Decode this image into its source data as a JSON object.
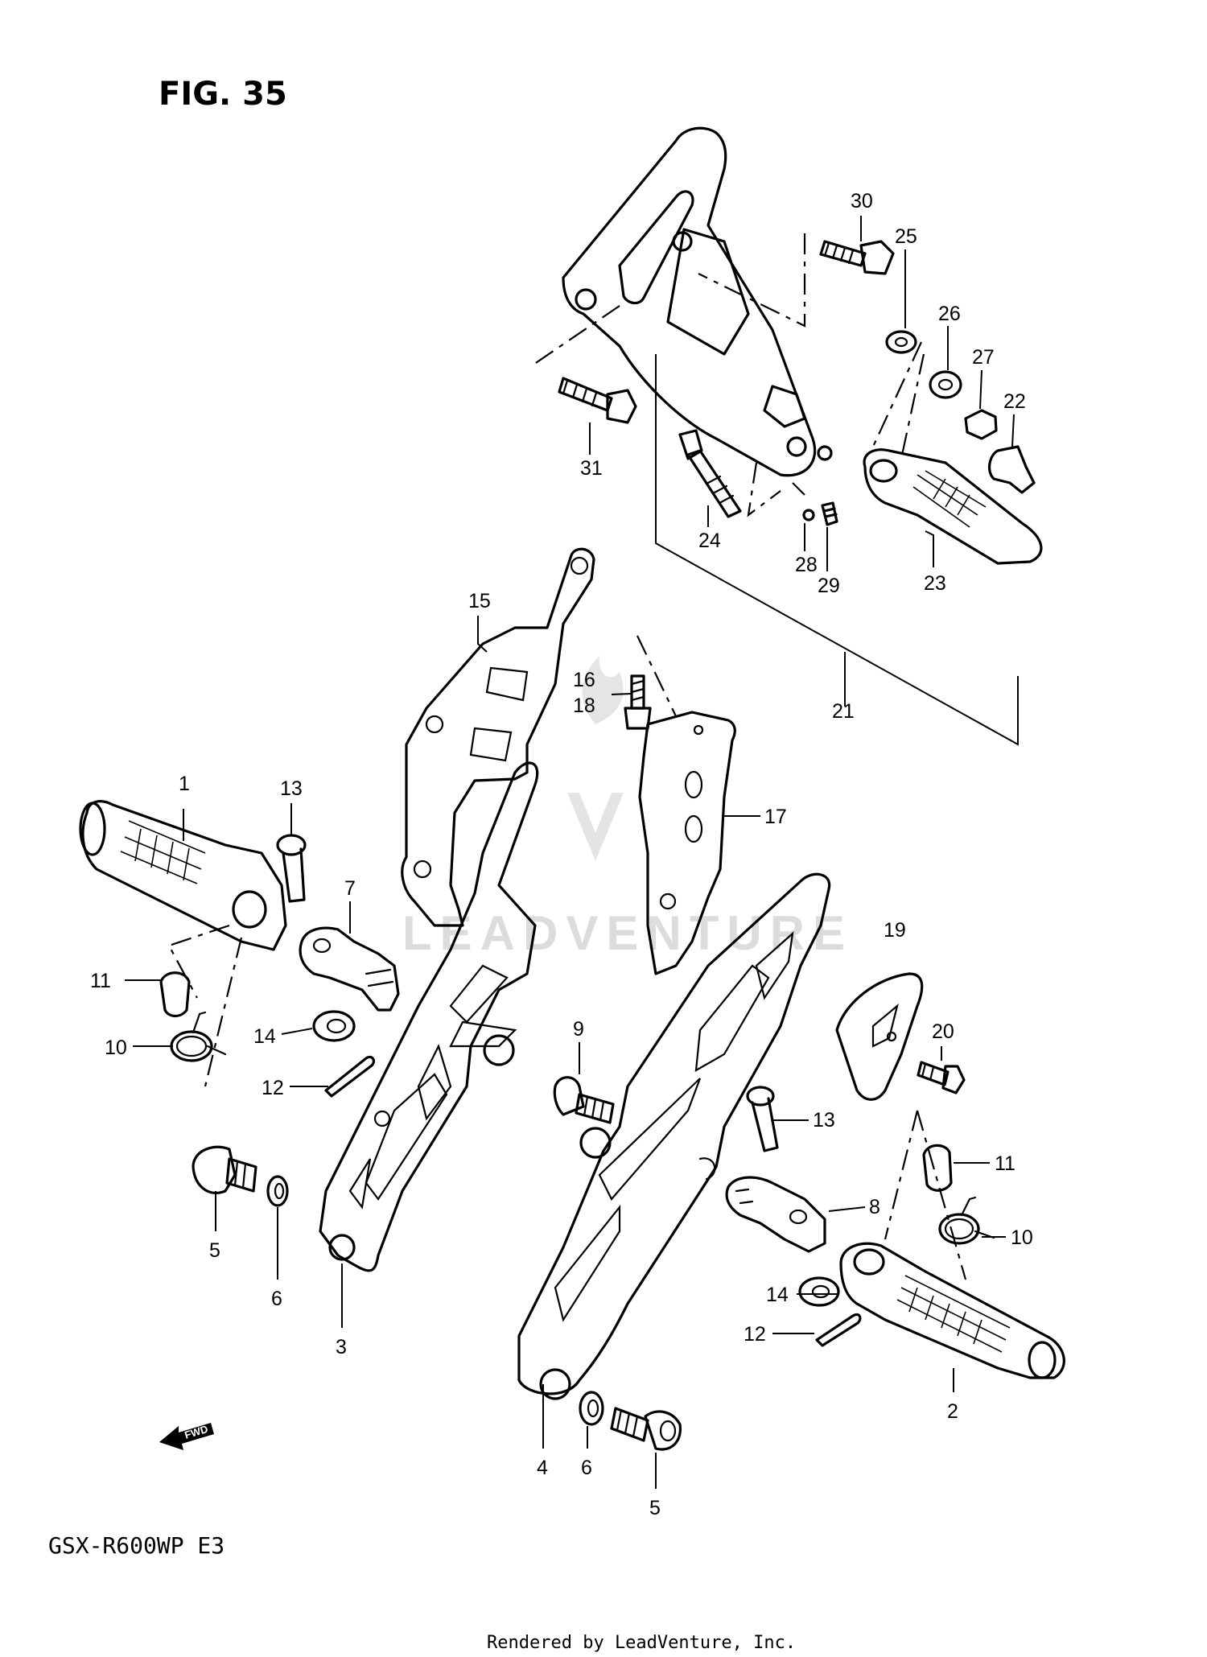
{
  "figure": {
    "title": "FIG. 35",
    "model": "GSX-R600WP E3"
  },
  "watermark": {
    "text": "LEADVENTURE"
  },
  "fwd_arrow": {
    "label": "FWD"
  },
  "footer": {
    "text": "Rendered by LeadVenture, Inc."
  },
  "callouts": {
    "c1": "1",
    "c2": "2",
    "c3": "3",
    "c4": "4",
    "c5a": "5",
    "c5b": "5",
    "c6a": "6",
    "c6b": "6",
    "c7": "7",
    "c8": "8",
    "c9": "9",
    "c10a": "10",
    "c10b": "10",
    "c11a": "11",
    "c11b": "11",
    "c12a": "12",
    "c12b": "12",
    "c13a": "13",
    "c13b": "13",
    "c14a": "14",
    "c14b": "14",
    "c15": "15",
    "c16": "16",
    "c17": "17",
    "c18": "18",
    "c19": "19",
    "c20": "20",
    "c21": "21",
    "c22": "22",
    "c23": "23",
    "c24": "24",
    "c25": "25",
    "c26": "26",
    "c27": "27",
    "c28": "28",
    "c29": "29",
    "c30": "30",
    "c31": "31"
  },
  "colors": {
    "line": "#000000",
    "background": "#ffffff",
    "watermark": "#d9d9d9"
  }
}
